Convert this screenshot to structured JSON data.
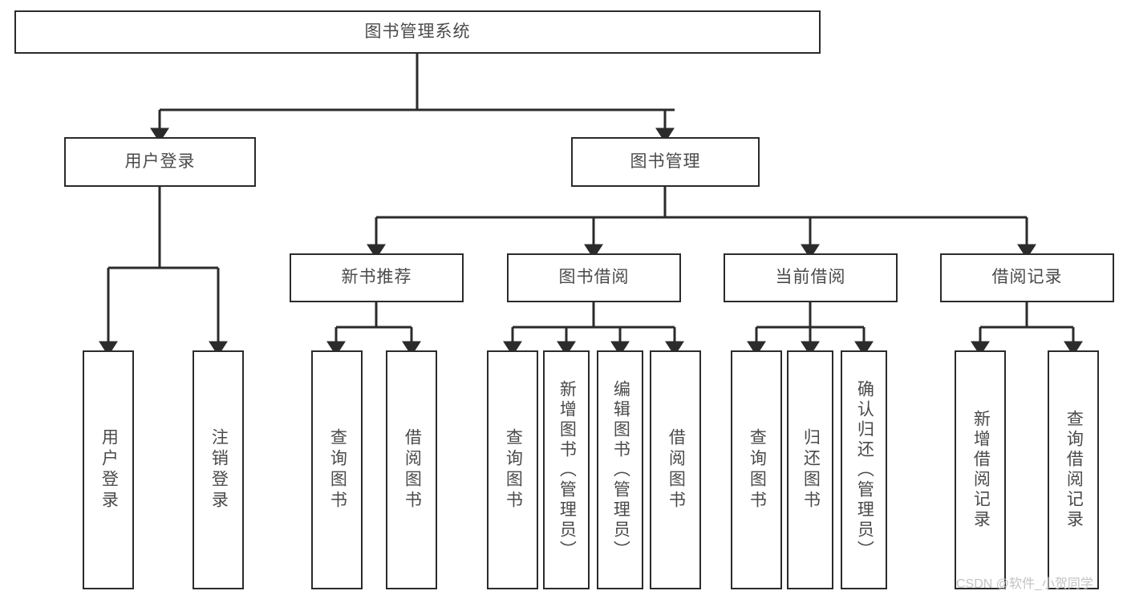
{
  "diagram": {
    "title": "图书管理系统",
    "type": "tree-hierarchy",
    "watermark": "CSDN @软件_小贺同学",
    "colors": {
      "box_border": "#2b2b2b",
      "box_fill": "#ffffff",
      "text": "#4a4a4a",
      "connector": "#2b2b2b",
      "watermark": "#c3c3c3",
      "background": "#ffffff"
    },
    "levels": {
      "root": {
        "label": "图书管理系统"
      },
      "level2": [
        {
          "label": "用户登录"
        },
        {
          "label": "图书管理"
        }
      ],
      "level3": [
        {
          "label": "新书推荐"
        },
        {
          "label": "图书借阅"
        },
        {
          "label": "当前借阅"
        },
        {
          "label": "借阅记录"
        }
      ],
      "leaves": [
        {
          "label": "用户登录",
          "parent": "用户登录"
        },
        {
          "label": "注销登录",
          "parent": "用户登录"
        },
        {
          "label": "查询图书",
          "parent": "新书推荐"
        },
        {
          "label": "借阅图书",
          "parent": "新书推荐"
        },
        {
          "label": "查询图书",
          "parent": "图书借阅"
        },
        {
          "label": "新增图书（管理员）",
          "parent": "图书借阅"
        },
        {
          "label": "编辑图书（管理员）",
          "parent": "图书借阅"
        },
        {
          "label": "借阅图书",
          "parent": "图书借阅"
        },
        {
          "label": "查询图书",
          "parent": "当前借阅"
        },
        {
          "label": "归还图书",
          "parent": "当前借阅"
        },
        {
          "label": "确认归还（管理员）",
          "parent": "当前借阅"
        },
        {
          "label": "新增借阅记录",
          "parent": "借阅记录"
        },
        {
          "label": "查询借阅记录",
          "parent": "借阅记录"
        }
      ]
    }
  }
}
